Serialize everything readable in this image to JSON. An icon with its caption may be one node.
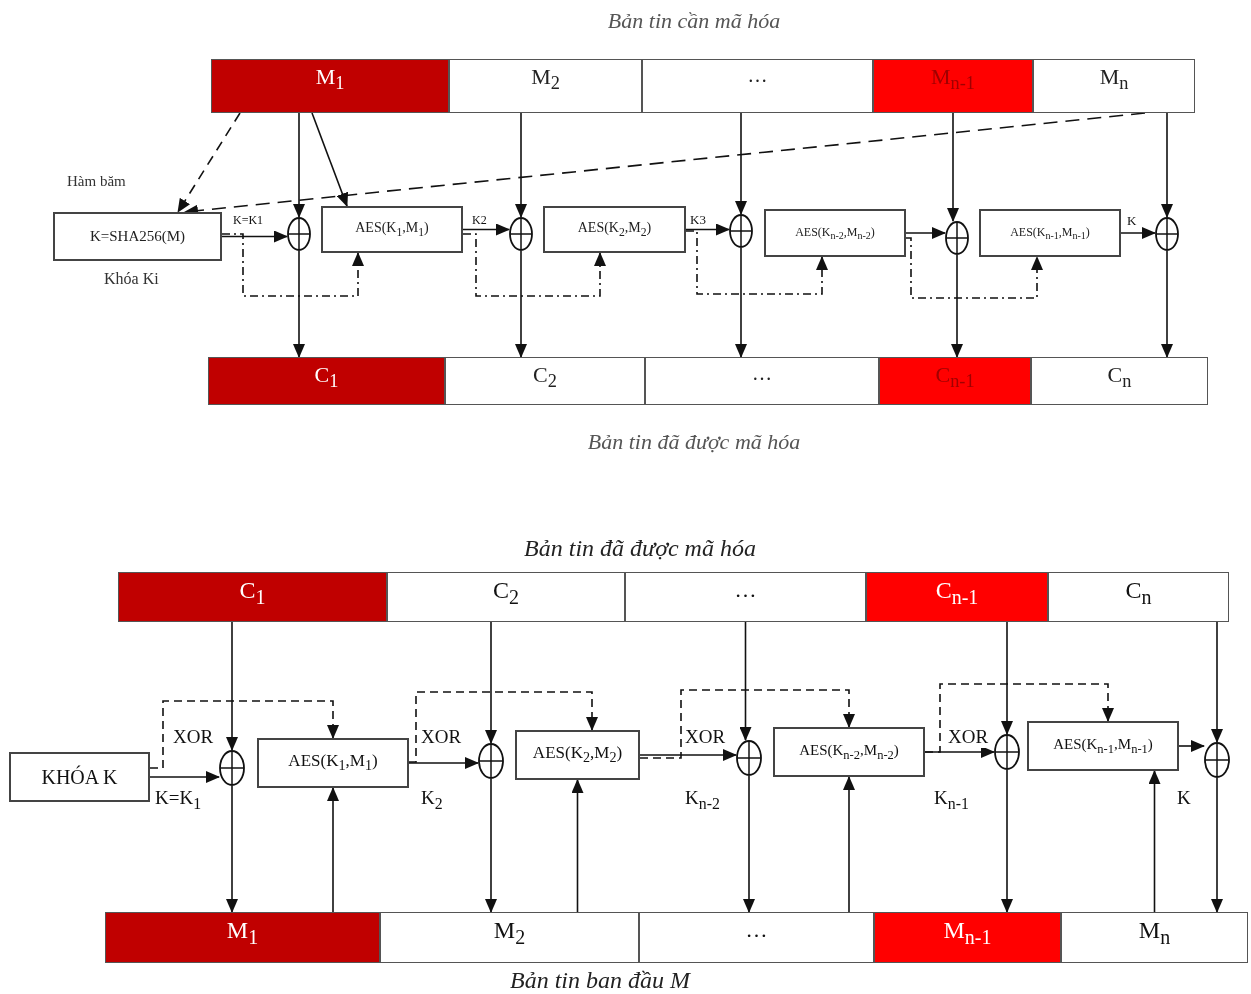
{
  "diagram": {
    "nodes": [
      {
        "text": [
          "M$_{1}$"
        ]
      },
      {
        "text": [
          "M$_{2}$"
        ]
      },
      {
        "text": [
          "…"
        ]
      },
      {
        "text": [
          "M$_{n-1}$"
        ]
      },
      {
        "text": [
          "M$_{n}$"
        ]
      },
      {
        "text": [
          "K=SHA256(M)"
        ],
        "beside": [
          "Hàm băm",
          "Khóa Ki"
        ]
      },
      {
        "text": [],
        "shape": "circle"
      },
      {
        "text": [
          "AES(K$_{1}$,M$_{1}$)"
        ]
      },
      {
        "text": [],
        "shape": "circle"
      },
      {
        "text": [
          "AES(K$_{2}$,M$_{2}$)"
        ]
      },
      {
        "text": [],
        "shape": "circle"
      },
      {
        "text": [
          "AES(K$_{n-2}$,M$_{n-2}$)"
        ]
      },
      {
        "text": [],
        "shape": "circle"
      },
      {
        "text": [
          "AES(K$_{n-1}$,M$_{n-1}$)"
        ]
      },
      {
        "text": [],
        "shape": "circle"
      },
      {
        "text": [
          "C$_{1}$"
        ]
      },
      {
        "text": [
          "C$_{2}$"
        ]
      },
      {
        "text": [
          "…"
        ]
      },
      {
        "text": [
          "C$_{n-1}$"
        ]
      },
      {
        "text": [
          "C$_{n}$"
        ]
      },
      {
        "text": [
          "C$_{1}$"
        ]
      },
      {
        "text": [
          "C$_{2}$"
        ]
      },
      {
        "text": [
          "…"
        ]
      },
      {
        "text": [
          "C$_{n-1}$"
        ]
      },
      {
        "text": [
          "C$_{n}$"
        ]
      },
      {
        "text": [
          "KHÓA K"
        ]
      },
      {
        "text": [],
        "shape": "circle"
      },
      {
        "text": [
          "AES(K$_{1}$,M$_{1}$)"
        ]
      },
      {
        "text": [],
        "shape": "circle"
      },
      {
        "text": [
          "AES(K$_{2}$,M$_{2}$)"
        ]
      },
      {
        "text": [],
        "shape": "circle"
      },
      {
        "text": [
          "AES(K$_{n-2}$,M$_{n-2}$)"
        ]
      },
      {
        "text": [],
        "shape": "circle"
      },
      {
        "text": [
          "AES(K$_{n-1}$,M$_{n-1}$)"
        ]
      },
      {
        "text": [],
        "shape": "circle"
      },
      {
        "text": [
          "M$_{1}$"
        ]
      },
      {
        "text": [
          "M$_{2}$"
        ]
      },
      {
        "text": [
          "…"
        ]
      },
      {
        "text": [
          "M$_{n-1}$"
        ]
      },
      {
        "text": [
          "M$_{n}$"
        ]
      }
    ],
    "edges": [
      {
        "from": 0,
        "to": 5,
        "arrow": "to",
        "style": "dashed"
      },
      {
        "from": 4,
        "to": 5,
        "arrow": "to",
        "style": "dashed"
      },
      {
        "from": 0,
        "to": 6,
        "arrow": "to"
      },
      {
        "from": 0,
        "to": 7,
        "arrow": "to"
      },
      {
        "from": 1,
        "to": 8,
        "arrow": "to"
      },
      {
        "from": 2,
        "to": 10,
        "arrow": "to"
      },
      {
        "from": 3,
        "to": 12,
        "arrow": "to"
      },
      {
        "from": 4,
        "to": 14,
        "arrow": "to"
      },
      {
        "from": 5,
        "to": 6,
        "arrow": "to",
        "label": "K=K1"
      },
      {
        "from": 7,
        "to": 8,
        "arrow": "to",
        "label": "K2"
      },
      {
        "from": 9,
        "to": 10,
        "arrow": "to",
        "label": "K3"
      },
      {
        "from": 11,
        "to": 12,
        "arrow": "to"
      },
      {
        "from": 13,
        "to": 14,
        "arrow": "to",
        "label": "K"
      },
      {
        "from": 5,
        "to": 7,
        "arrow": "to",
        "style": "dashed"
      },
      {
        "from": 7,
        "to": 9,
        "arrow": "to",
        "style": "dashed"
      },
      {
        "from": 9,
        "to": 11,
        "arrow": "to",
        "style": "dashed"
      },
      {
        "from": 11,
        "to": 13,
        "arrow": "to",
        "style": "dashed"
      },
      {
        "from": 6,
        "to": 15,
        "arrow": "to"
      },
      {
        "from": 8,
        "to": 16,
        "arrow": "to"
      },
      {
        "from": 10,
        "to": 17,
        "arrow": "to"
      },
      {
        "from": 12,
        "to": 18,
        "arrow": "to"
      },
      {
        "from": 14,
        "to": 19,
        "arrow": "to"
      },
      {
        "from": 20,
        "to": 26,
        "arrow": "to"
      },
      {
        "from": 21,
        "to": 28,
        "arrow": "to"
      },
      {
        "from": 22,
        "to": 30,
        "arrow": "to"
      },
      {
        "from": 23,
        "to": 32,
        "arrow": "to"
      },
      {
        "from": 24,
        "to": 34,
        "arrow": "to"
      },
      {
        "from": 25,
        "to": 26,
        "arrow": "to",
        "label": "K=K$_{1}$"
      },
      {
        "from": 27,
        "to": 28,
        "arrow": "to",
        "label": "K$_{2}$"
      },
      {
        "from": 29,
        "to": 30,
        "arrow": "to",
        "label": "K$_{n-2}$"
      },
      {
        "from": 31,
        "to": 32,
        "arrow": "to",
        "label": "K$_{n-1}$"
      },
      {
        "from": 33,
        "to": 34,
        "arrow": "to",
        "label": "K"
      },
      {
        "from": 25,
        "to": 27,
        "arrow": "to",
        "style": "dashed",
        "label": "XOR"
      },
      {
        "from": 27,
        "to": 29,
        "arrow": "to",
        "style": "dashed",
        "label": "XOR"
      },
      {
        "from": 29,
        "to": 31,
        "arrow": "to",
        "style": "dashed",
        "label": "XOR"
      },
      {
        "from": 31,
        "to": 33,
        "arrow": "to",
        "style": "dashed",
        "label": "XOR"
      },
      {
        "from": 26,
        "to": 35,
        "arrow": "to"
      },
      {
        "from": 28,
        "to": 36,
        "arrow": "to"
      },
      {
        "from": 30,
        "to": 37,
        "arrow": "to"
      },
      {
        "from": 32,
        "to": 38,
        "arrow": "to"
      },
      {
        "from": 34,
        "to": 39,
        "arrow": "to"
      },
      {
        "from": 35,
        "to": 27,
        "arrow": "to"
      },
      {
        "from": 36,
        "to": 29,
        "arrow": "to"
      },
      {
        "from": 37,
        "to": 31,
        "arrow": "to"
      },
      {
        "from": 39,
        "to": 33,
        "arrow": "to"
      }
    ],
    "labels": [
      "Bản tin cần mã hóa",
      "Bản tin đã được mã hóa",
      "Bản tin đã được mã hóa",
      "Bản tin ban đầu M"
    ]
  }
}
